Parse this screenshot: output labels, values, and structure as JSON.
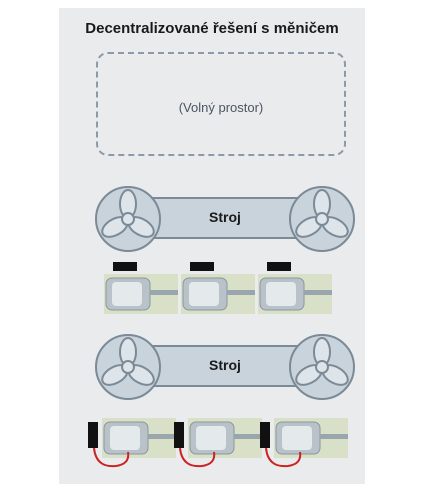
{
  "title": "Decentralizované řešení s měničem",
  "free_space": {
    "label": "(Volný prostor)"
  },
  "machines": [
    {
      "label": "Stroj"
    },
    {
      "label": "Stroj"
    }
  ],
  "colors": {
    "panel": "#e9ebed",
    "machine_fill": "#c9d3db",
    "machine_stroke": "#7b8a96",
    "dashed_border": "#8a9aa8",
    "converter": "#111111",
    "cable": "#cc2222"
  },
  "icons": [
    "fan-icon",
    "motor-icon",
    "converter-icon",
    "cable-icon"
  ]
}
